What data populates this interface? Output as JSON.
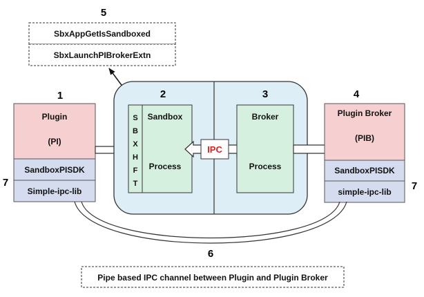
{
  "top_box": {
    "number": "5",
    "item1": "SbxAppGetIsSandboxed",
    "item2": "SbxLaunchPIBrokerExtn"
  },
  "plugin": {
    "number": "1",
    "title": "Plugin",
    "abbr": "(PI)",
    "sdk": "SandboxPISDK",
    "lib": "Simple-ipc-lib",
    "side_number": "7"
  },
  "sandbox": {
    "number": "2",
    "title": "Sandbox",
    "process": "Process",
    "letters": [
      "S",
      "B",
      "X",
      "H",
      "F",
      "T"
    ]
  },
  "ipc_label": "IPC",
  "broker": {
    "number": "3",
    "title": "Broker",
    "process": "Process"
  },
  "plugin_broker": {
    "number": "4",
    "title": "Plugin Broker",
    "abbr": "(PIB)",
    "sdk": "SandboxPISDK",
    "lib": "simple-ipc-lib",
    "side_number": "7"
  },
  "channel": {
    "number": "6",
    "label": "Pipe based IPC channel between Plugin and Plugin Broker"
  },
  "colors": {
    "plugin_fill": "#f6d0d0",
    "sdk_fill": "#d5dcef",
    "container_fill": "#ddeef6",
    "process_fill": "#d6f0e0",
    "ipc_text": "#e02020"
  }
}
